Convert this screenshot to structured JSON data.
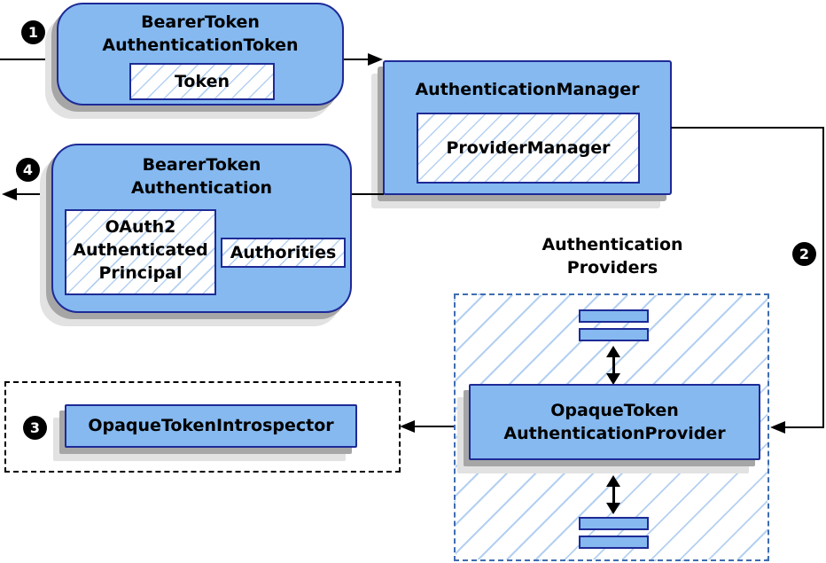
{
  "colors": {
    "node_fill": "#85b9f0",
    "node_border": "#1e2a96",
    "hatch_line": "#b4d0f1",
    "group_dashed_border": "#3f6db0",
    "group_dotted_border": "#000000",
    "connector": "#000000",
    "shadow": "#a6a6a6",
    "badge_fill": "#000000",
    "badge_text": "#ffffff"
  },
  "badges": {
    "step1": "1",
    "step2": "2",
    "step3": "3",
    "step4": "4"
  },
  "nodes": {
    "bearer_token_authentication_token": {
      "title_line1": "BearerToken",
      "title_line2": "AuthenticationToken",
      "token_label": "Token"
    },
    "authentication_manager": {
      "title": "AuthenticationManager",
      "provider_manager_label": "ProviderManager"
    },
    "bearer_token_authentication": {
      "title_line1": "BearerToken",
      "title_line2": "Authentication",
      "principal_line1": "OAuth2",
      "principal_line2": "Authenticated",
      "principal_line3": "Principal",
      "authorities_label": "Authorities"
    },
    "authentication_providers": {
      "label_line1": "Authentication",
      "label_line2": "Providers",
      "provider_line1": "OpaqueToken",
      "provider_line2": "AuthenticationProvider"
    },
    "opaque_token_introspector": {
      "label": "OpaqueTokenIntrospector"
    }
  }
}
